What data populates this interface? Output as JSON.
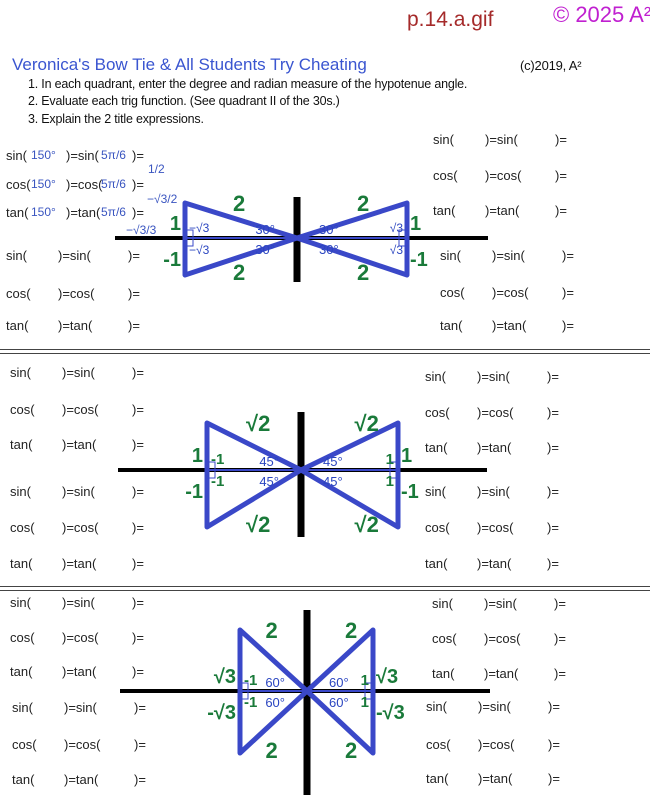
{
  "header": {
    "file": "p.14.a.gif",
    "copyright": "© 2025 A²",
    "title": "Veronica's Bow Tie & All Students Try Cheating",
    "credit": "(c)2019, A²"
  },
  "instructions": [
    "1.  In each quadrant, enter the degree and radian measure of the hypotenue angle.",
    "2.  Evaluate each trig function.       (See quadrant II of the 30s.)",
    "3. Explain the 2 title expressions."
  ],
  "worked": {
    "deg": "150°",
    "rad": "5π/6",
    "sin": "1/2",
    "cos": "−√3/2",
    "tan": "−√3/3"
  },
  "row_labels": {
    "sin": [
      "sin(",
      ")=sin(",
      ")="
    ],
    "cos": [
      "cos(",
      ")=cos(",
      ")="
    ],
    "tan": [
      "tan(",
      ")=tan(",
      ")="
    ]
  },
  "diagrams": [
    {
      "name": "30-degree",
      "labels": [
        "2",
        "2",
        "2",
        "2",
        "1",
        "-1",
        "1",
        "-1",
        "−√3",
        "−√3",
        "√3",
        "√3",
        "30°",
        "30°",
        "30°",
        "30°"
      ]
    },
    {
      "name": "45-degree",
      "labels": [
        "√2",
        "√2",
        "√2",
        "√2",
        "1",
        "-1",
        "1",
        "-1",
        "-1",
        "-1",
        "1",
        "1",
        "45°",
        "45°",
        "45°",
        "45°"
      ]
    },
    {
      "name": "60-degree",
      "labels": [
        "2",
        "2",
        "2",
        "2",
        "√3",
        "-√3",
        "√3",
        "-√3",
        "-1",
        "-1",
        "1",
        "1",
        "60°",
        "60°",
        "60°",
        "60°"
      ]
    }
  ]
}
